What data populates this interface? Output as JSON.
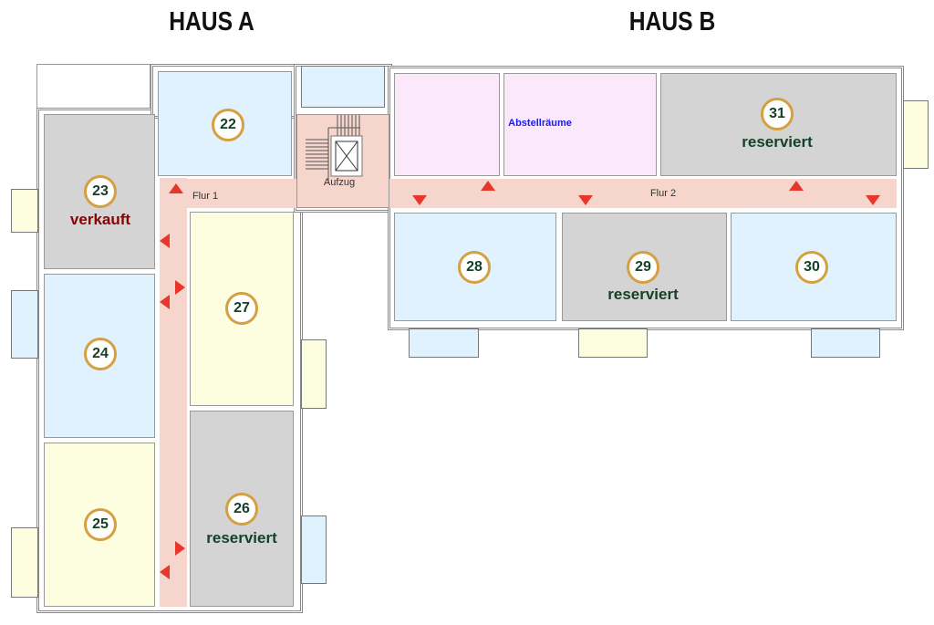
{
  "titles": {
    "haus_a": "HAUS A",
    "haus_b": "HAUS B"
  },
  "labels": {
    "flur1": "Flur 1",
    "flur2": "Flur 2",
    "aufzug": "Aufzug",
    "abstell": "Abstellräume"
  },
  "units": [
    {
      "number": "22",
      "status": ""
    },
    {
      "number": "23",
      "status": "verkauft"
    },
    {
      "number": "24",
      "status": ""
    },
    {
      "number": "25",
      "status": ""
    },
    {
      "number": "26",
      "status": "reserviert"
    },
    {
      "number": "27",
      "status": ""
    },
    {
      "number": "28",
      "status": ""
    },
    {
      "number": "29",
      "status": "reserviert"
    },
    {
      "number": "30",
      "status": ""
    },
    {
      "number": "31",
      "status": "reserviert"
    }
  ],
  "colors": {
    "available": "#dff2fd",
    "reserved": "#d4d4d4",
    "yellow": "#fdfde0",
    "corridor": "#f5d5cc",
    "storage": "#fbe8fb",
    "sold_text": "#8b0000",
    "arrow": "#e8372a"
  }
}
